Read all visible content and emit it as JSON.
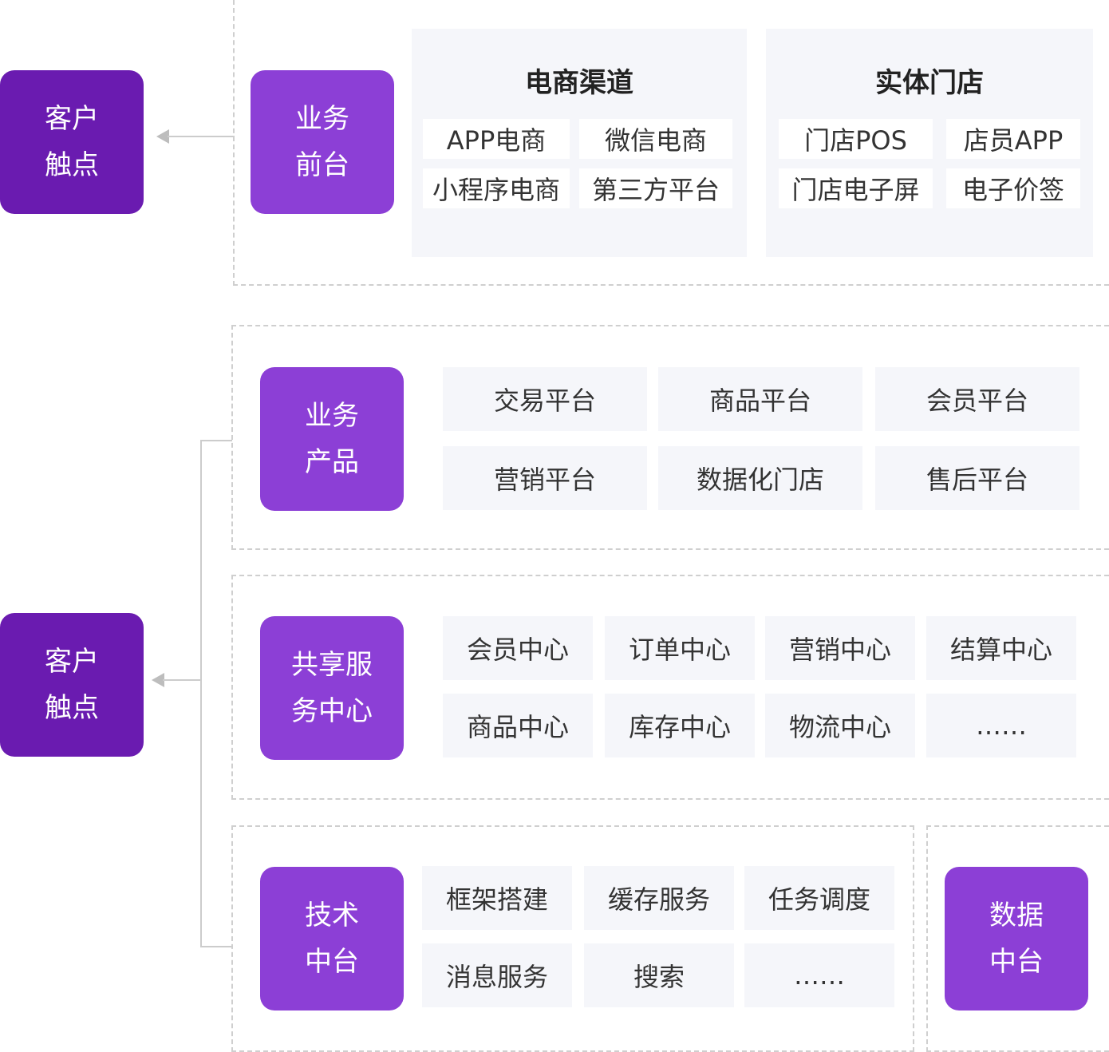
{
  "customer_touch_top": {
    "line1": "客户",
    "line2": "触点"
  },
  "customer_touch_bottom": {
    "line1": "客户",
    "line2": "触点"
  },
  "frontend": {
    "label": {
      "line1": "业务",
      "line2": "前台"
    },
    "ecommerce": {
      "title": "电商渠道",
      "items": [
        "APP电商",
        "微信电商",
        "小程序电商",
        "第三方平台"
      ]
    },
    "store": {
      "title": "实体门店",
      "items": [
        "门店POS",
        "店员APP",
        "门店电子屏",
        "电子价签"
      ]
    }
  },
  "products": {
    "label": {
      "line1": "业务",
      "line2": "产品"
    },
    "items": [
      "交易平台",
      "商品平台",
      "会员平台",
      "营销平台",
      "数据化门店",
      "售后平台"
    ]
  },
  "shared": {
    "label": {
      "line1": "共享服",
      "line2": "务中心"
    },
    "items": [
      "会员中心",
      "订单中心",
      "营销中心",
      "结算中心",
      "商品中心",
      "库存中心",
      "物流中心",
      "……"
    ]
  },
  "tech": {
    "label": {
      "line1": "技术",
      "line2": "中台"
    },
    "items": [
      "框架搭建",
      "缓存服务",
      "任务调度",
      "消息服务",
      "搜索",
      "……"
    ]
  },
  "data_platform": {
    "line1": "数据",
    "line2": "中台"
  },
  "colors": {
    "touch": "#6a1bb0",
    "label": "#8c3fd6",
    "panel": "#f5f6fa",
    "border": "#cfcfcf"
  }
}
